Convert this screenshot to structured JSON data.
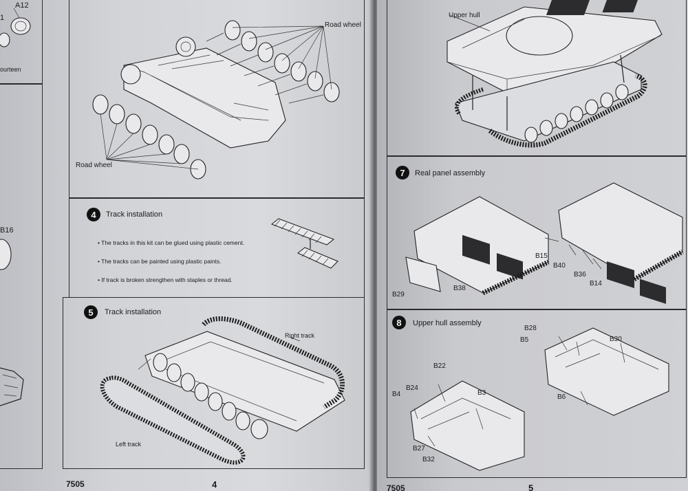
{
  "left_page": {
    "kit_number": "7505",
    "page_number": "4",
    "edge_strip": {
      "part_label_a12": "A12",
      "part_label_1": "1",
      "fourteen_text": "ourteen",
      "part_label_b16": "B16"
    },
    "road_wheels_section": {
      "road_wheel_label_top": "Road  wheel",
      "road_wheel_label_bottom": "Road  wheel"
    },
    "step4": {
      "number": "4",
      "title": "Track installation",
      "notes": [
        "•  The tracks in this kit can be glued using plastic cement.",
        "•  The tracks can be painted using plastic paints.",
        "•  If track is broken strengthen with staples or thread."
      ]
    },
    "step5": {
      "number": "5",
      "title": "Track installation",
      "right_track_label": "Right track",
      "left_track_label": "Left track"
    }
  },
  "right_page": {
    "kit_number": "7505",
    "page_number": "5",
    "upper_hull_label": "Upper hull",
    "step7": {
      "number": "7",
      "title": "Real panel assembly",
      "parts": [
        "B15",
        "B40",
        "B36",
        "B14",
        "B29",
        "B38"
      ]
    },
    "step8": {
      "number": "8",
      "title": "Upper hull assembly",
      "parts": [
        "B22",
        "B24",
        "B4",
        "B3",
        "B27",
        "B32",
        "B28",
        "B5",
        "B30",
        "B6"
      ]
    }
  }
}
